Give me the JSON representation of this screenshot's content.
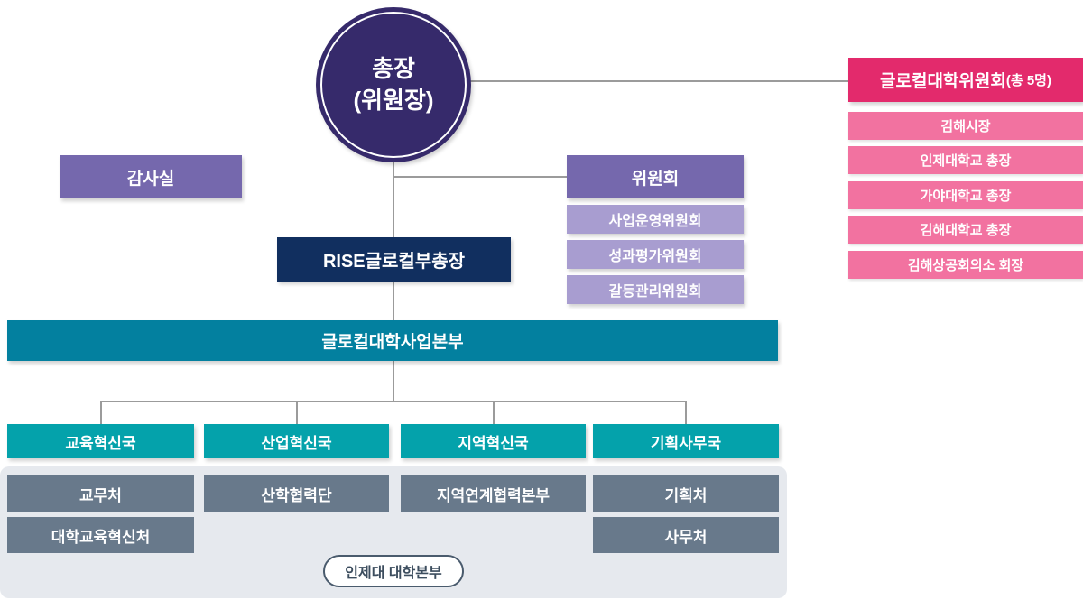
{
  "chart": {
    "root": {
      "line1": "총장",
      "line2": "(위원장)"
    },
    "audit": {
      "label": "감사실"
    },
    "committee": {
      "label": "위원회",
      "items": [
        "사업운영위원회",
        "성과평가위원회",
        "갈등관리위원회"
      ]
    },
    "vice_president": {
      "label": "RISE글로컬부총장"
    },
    "hq": {
      "label": "글로컬대학사업본부"
    },
    "departments": [
      "교육혁신국",
      "산업혁신국",
      "지역혁신국",
      "기획사무국"
    ],
    "university_committee": {
      "title": "글로컬대학위원회",
      "suffix": "(총 5명)",
      "members": [
        "김해시장",
        "인제대학교 총장",
        "가야대학교 총장",
        "김해대학교 총장",
        "김해상공회의소 회장"
      ]
    },
    "support_offices": {
      "row1": [
        "교무처",
        "산학협력단",
        "지역연계협력본부",
        "기획처"
      ],
      "row2_left": "대학교육혁신처",
      "row2_right": "사무처",
      "footer": "인제대 대학본부"
    }
  },
  "colors": {
    "root_bg": "#362a6b",
    "purple": "#7568ad",
    "purple_light": "#a89dd0",
    "navy": "#112f5f",
    "teal_dark": "#03809f",
    "teal": "#04a2ab",
    "pink_dark": "#e32a6c",
    "pink": "#f272a0",
    "slate": "#68798b",
    "panel": "#e6e9ee"
  }
}
